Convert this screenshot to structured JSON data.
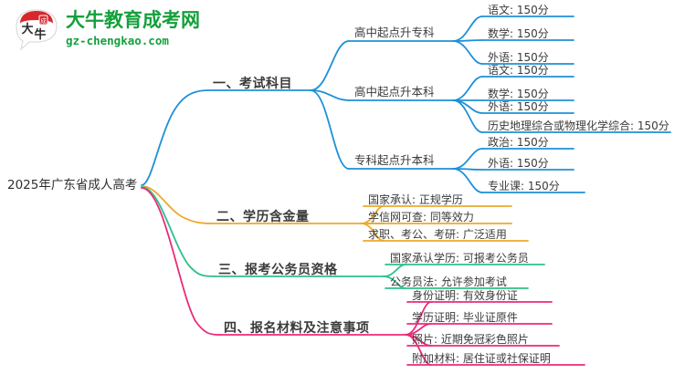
{
  "logo": {
    "mark_icon": "speech-bubble-logo-icon",
    "title": "大牛教育成考网",
    "subtitle": "gz-chengkao.com",
    "brand_green": "#14a03c",
    "brand_red": "#d9262c"
  },
  "mindmap": {
    "root": {
      "label": "2025年广东省成人高考"
    },
    "colors": {
      "branch1": "#1e90d8",
      "branch2": "#eba92a",
      "branch3": "#2ec08a",
      "branch4": "#ec2a7a"
    },
    "branches": [
      {
        "label": "一、考试科目",
        "color": "#1e90d8",
        "children": [
          {
            "label": "高中起点升专科",
            "leaves": [
              "语文: 150分",
              "数学: 150分",
              "外语: 150分"
            ]
          },
          {
            "label": "高中起点升本科",
            "leaves": [
              "语文: 150分",
              "数学: 150分",
              "外语: 150分",
              "历史地理综合或物理化学综合: 150分"
            ]
          },
          {
            "label": "专科起点升本科",
            "leaves": [
              "政治: 150分",
              "外语: 150分",
              "专业课: 150分"
            ]
          }
        ]
      },
      {
        "label": "二、学历含金量",
        "color": "#eba92a",
        "children": [],
        "leaves": [
          "国家承认: 正规学历",
          "学信网可查: 同等效力",
          "求职、考公、考研: 广泛适用"
        ]
      },
      {
        "label": "三、报考公务员资格",
        "color": "#2ec08a",
        "children": [],
        "leaves": [
          "国家承认学历: 可报考公务员",
          "公务员法: 允许参加考试"
        ]
      },
      {
        "label": "四、报名材料及注意事项",
        "color": "#ec2a7a",
        "children": [],
        "leaves": [
          "身份证明: 有效身份证",
          "学历证明: 毕业证原件",
          "照片: 近期免冠彩色照片",
          "附加材料: 居住证或社保证明"
        ]
      }
    ]
  }
}
